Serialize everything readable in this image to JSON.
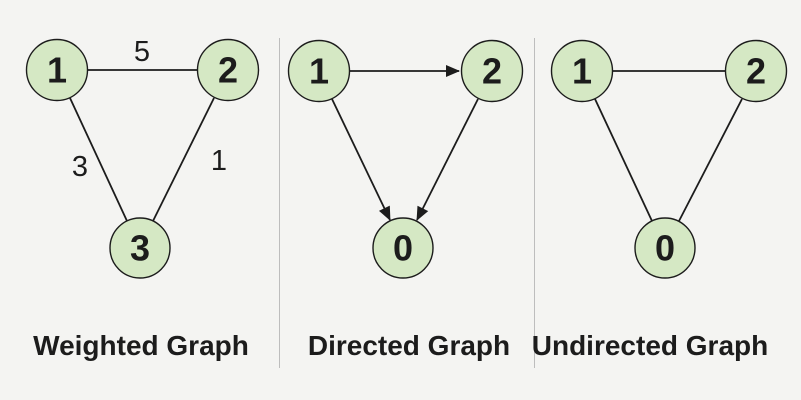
{
  "page": {
    "background_color": "#f4f4f2",
    "node_fill_color": "#d5e8c4",
    "node_stroke_color": "#1c1c1c",
    "edge_color": "#1c1c1c",
    "divider_color": "#bdbdbd",
    "text_color": "#1c1c1c"
  },
  "graphs": [
    {
      "title": "Weighted Graph",
      "type": "weighted",
      "nodes": [
        {
          "label": "1"
        },
        {
          "label": "2"
        },
        {
          "label": "3"
        }
      ],
      "edges": [
        {
          "from": "1",
          "to": "2",
          "weight": "5"
        },
        {
          "from": "1",
          "to": "3",
          "weight": "3"
        },
        {
          "from": "2",
          "to": "3",
          "weight": "1"
        }
      ]
    },
    {
      "title": "Directed Graph",
      "type": "directed",
      "nodes": [
        {
          "label": "1"
        },
        {
          "label": "2"
        },
        {
          "label": "0"
        }
      ],
      "edges": [
        {
          "from": "1",
          "to": "2"
        },
        {
          "from": "1",
          "to": "0"
        },
        {
          "from": "2",
          "to": "0"
        }
      ]
    },
    {
      "title": "Undirected Graph",
      "type": "undirected",
      "nodes": [
        {
          "label": "1"
        },
        {
          "label": "2"
        },
        {
          "label": "0"
        }
      ],
      "edges": [
        {
          "from": "1",
          "to": "2"
        },
        {
          "from": "1",
          "to": "0"
        },
        {
          "from": "2",
          "to": "0"
        }
      ]
    }
  ]
}
